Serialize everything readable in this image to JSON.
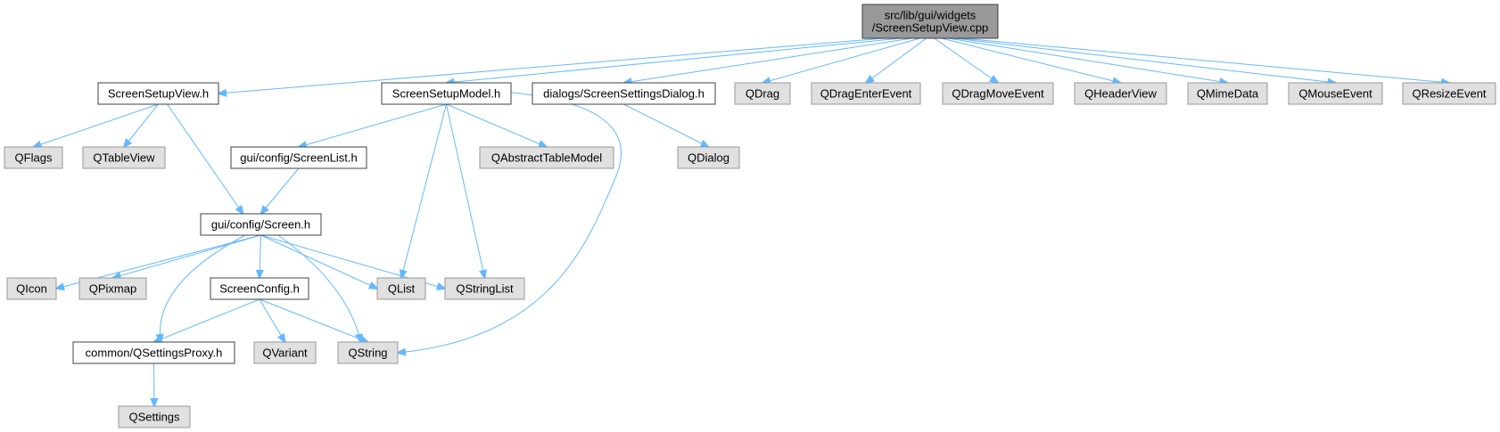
{
  "colors": {
    "root_fill": "#999999",
    "internal_fill": "#ffffff",
    "external_fill": "#e0e0e0",
    "border": "#666666",
    "edge": "#63b8ff"
  },
  "nodes": {
    "root": {
      "lines": [
        "src/lib/gui/widgets",
        "/ScreenSetupView.cpp"
      ],
      "kind": "root"
    },
    "ScreenSetupView_h": {
      "lines": [
        "ScreenSetupView.h"
      ],
      "kind": "internal"
    },
    "ScreenSetupModel_h": {
      "lines": [
        "ScreenSetupModel.h"
      ],
      "kind": "internal"
    },
    "ScreenSettingsDialog_h": {
      "lines": [
        "dialogs/ScreenSettingsDialog.h"
      ],
      "kind": "internal"
    },
    "QDrag": {
      "lines": [
        "QDrag"
      ],
      "kind": "external"
    },
    "QDragEnterEvent": {
      "lines": [
        "QDragEnterEvent"
      ],
      "kind": "external"
    },
    "QDragMoveEvent": {
      "lines": [
        "QDragMoveEvent"
      ],
      "kind": "external"
    },
    "QHeaderView": {
      "lines": [
        "QHeaderView"
      ],
      "kind": "external"
    },
    "QMimeData": {
      "lines": [
        "QMimeData"
      ],
      "kind": "external"
    },
    "QMouseEvent": {
      "lines": [
        "QMouseEvent"
      ],
      "kind": "external"
    },
    "QResizeEvent": {
      "lines": [
        "QResizeEvent"
      ],
      "kind": "external"
    },
    "QFlags": {
      "lines": [
        "QFlags"
      ],
      "kind": "external"
    },
    "QTableView": {
      "lines": [
        "QTableView"
      ],
      "kind": "external"
    },
    "ScreenList_h": {
      "lines": [
        "gui/config/ScreenList.h"
      ],
      "kind": "internal"
    },
    "QAbstractTableModel": {
      "lines": [
        "QAbstractTableModel"
      ],
      "kind": "external"
    },
    "QDialog": {
      "lines": [
        "QDialog"
      ],
      "kind": "external"
    },
    "Screen_h": {
      "lines": [
        "gui/config/Screen.h"
      ],
      "kind": "internal"
    },
    "QIcon": {
      "lines": [
        "QIcon"
      ],
      "kind": "external"
    },
    "QPixmap": {
      "lines": [
        "QPixmap"
      ],
      "kind": "external"
    },
    "ScreenConfig_h": {
      "lines": [
        "ScreenConfig.h"
      ],
      "kind": "internal"
    },
    "QList": {
      "lines": [
        "QList"
      ],
      "kind": "external"
    },
    "QStringList": {
      "lines": [
        "QStringList"
      ],
      "kind": "external"
    },
    "QSettingsProxy_h": {
      "lines": [
        "common/QSettingsProxy.h"
      ],
      "kind": "internal"
    },
    "QVariant": {
      "lines": [
        "QVariant"
      ],
      "kind": "external"
    },
    "QString": {
      "lines": [
        "QString"
      ],
      "kind": "external"
    },
    "QSettings": {
      "lines": [
        "QSettings"
      ],
      "kind": "external"
    }
  },
  "edges": [
    [
      "root",
      "ScreenSetupView_h"
    ],
    [
      "root",
      "ScreenSetupModel_h"
    ],
    [
      "root",
      "ScreenSettingsDialog_h"
    ],
    [
      "root",
      "QDrag"
    ],
    [
      "root",
      "QDragEnterEvent"
    ],
    [
      "root",
      "QDragMoveEvent"
    ],
    [
      "root",
      "QHeaderView"
    ],
    [
      "root",
      "QMimeData"
    ],
    [
      "root",
      "QMouseEvent"
    ],
    [
      "root",
      "QResizeEvent"
    ],
    [
      "ScreenSetupView_h",
      "QFlags"
    ],
    [
      "ScreenSetupView_h",
      "QTableView"
    ],
    [
      "ScreenSetupView_h",
      "Screen_h"
    ],
    [
      "ScreenSetupModel_h",
      "ScreenList_h"
    ],
    [
      "ScreenSetupModel_h",
      "QAbstractTableModel"
    ],
    [
      "ScreenSetupModel_h",
      "QList"
    ],
    [
      "ScreenSetupModel_h",
      "QStringList"
    ],
    [
      "ScreenSetupModel_h",
      "QString"
    ],
    [
      "ScreenSettingsDialog_h",
      "QDialog"
    ],
    [
      "ScreenList_h",
      "Screen_h"
    ],
    [
      "Screen_h",
      "QIcon"
    ],
    [
      "Screen_h",
      "QPixmap"
    ],
    [
      "Screen_h",
      "ScreenConfig_h"
    ],
    [
      "Screen_h",
      "QList"
    ],
    [
      "Screen_h",
      "QStringList"
    ],
    [
      "Screen_h",
      "QSettingsProxy_h"
    ],
    [
      "Screen_h",
      "QString"
    ],
    [
      "ScreenConfig_h",
      "QSettingsProxy_h"
    ],
    [
      "ScreenConfig_h",
      "QVariant"
    ],
    [
      "ScreenConfig_h",
      "QString"
    ],
    [
      "QSettingsProxy_h",
      "QSettings"
    ]
  ]
}
